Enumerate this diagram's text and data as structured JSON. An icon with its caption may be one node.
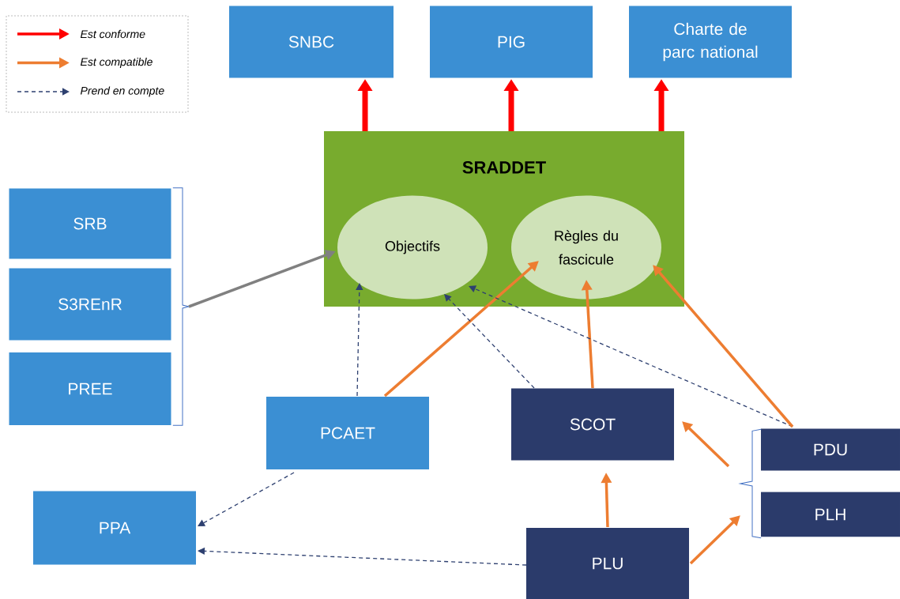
{
  "diagram": {
    "nodes": [
      {
        "text": [
          "SNBC"
        ]
      },
      {
        "text": [
          "PIG"
        ]
      },
      {
        "text": [
          "Charte de parc national"
        ]
      },
      {
        "text": [
          "SRADDET"
        ]
      },
      {
        "text": [
          "Objectifs"
        ],
        "in": 3
      },
      {
        "text": [
          "Règles du fascicule"
        ],
        "in": 3
      },
      {
        "text": [
          "SRB"
        ]
      },
      {
        "text": [
          "S3REnR"
        ]
      },
      {
        "text": [
          "PREE"
        ]
      },
      {
        "text": [
          "PCAET"
        ]
      },
      {
        "text": [
          "SCOT"
        ]
      },
      {
        "text": [
          "PDU"
        ]
      },
      {
        "text": [
          "PLH"
        ]
      },
      {
        "text": [
          "PPA"
        ]
      },
      {
        "text": [
          "PLU"
        ]
      },
      {
        "text": [],
        "shape": "bracket"
      },
      {
        "text": [],
        "shape": "bracket"
      }
    ],
    "edges": [
      {
        "from": 3,
        "to": 0,
        "arrow": "to",
        "style": "thick",
        "color": "#ff0000"
      },
      {
        "from": 3,
        "to": 1,
        "arrow": "to",
        "style": "thick",
        "color": "#ff0000"
      },
      {
        "from": 3,
        "to": 2,
        "arrow": "to",
        "style": "thick",
        "color": "#ff0000"
      },
      {
        "from": 15,
        "to": 4,
        "arrow": "to",
        "color": "#808080"
      },
      {
        "from": 9,
        "to": 4,
        "arrow": "to",
        "style": "dashed",
        "color": "#2e4070"
      },
      {
        "from": 9,
        "to": 5,
        "arrow": "to"
      },
      {
        "from": 10,
        "to": 4,
        "arrow": "to",
        "style": "dashed",
        "color": "#2e4070"
      },
      {
        "from": 10,
        "to": 5,
        "arrow": "to"
      },
      {
        "from": 11,
        "to": 4,
        "arrow": "to",
        "style": "dashed",
        "color": "#2e4070"
      },
      {
        "from": 11,
        "to": 5,
        "arrow": "to"
      },
      {
        "from": 16,
        "to": 10,
        "arrow": "to"
      },
      {
        "from": 14,
        "to": 10,
        "arrow": "to"
      },
      {
        "from": 14,
        "to": 16,
        "arrow": "to"
      },
      {
        "from": 9,
        "to": 13,
        "arrow": "to",
        "style": "dashed",
        "color": "#2e4070"
      },
      {
        "from": 14,
        "to": 13,
        "arrow": "to",
        "style": "dashed",
        "color": "#2e4070"
      }
    ],
    "legend": [
      {
        "text": "Est conforme"
      },
      {
        "text": "Est compatible"
      },
      {
        "text": "Prend en compte"
      }
    ]
  }
}
